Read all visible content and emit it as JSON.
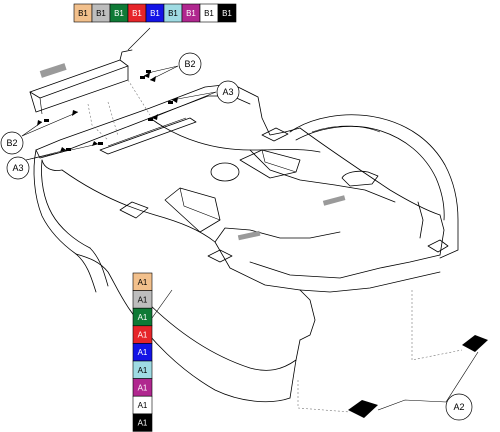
{
  "callouts": {
    "a2": "A2",
    "a3_left": "A3",
    "a3_right": "A3",
    "b2_left": "B2",
    "b2_right": "B2"
  },
  "legend_b": {
    "items": [
      {
        "label": "B1",
        "color": "#f2c08c",
        "text_color": "#000000"
      },
      {
        "label": "B1",
        "color": "#bdbdbd",
        "text_color": "#000000"
      },
      {
        "label": "B1",
        "color": "#0f7a36",
        "text_color": "#ffffff"
      },
      {
        "label": "B1",
        "color": "#e6252a",
        "text_color": "#ffffff"
      },
      {
        "label": "B1",
        "color": "#1414e6",
        "text_color": "#ffffff"
      },
      {
        "label": "B1",
        "color": "#9fdbe3",
        "text_color": "#000000"
      },
      {
        "label": "B1",
        "color": "#b0278f",
        "text_color": "#ffffff"
      },
      {
        "label": "B1",
        "color": "#ffffff",
        "text_color": "#000000"
      },
      {
        "label": "B1",
        "color": "#000000",
        "text_color": "#ffffff"
      }
    ]
  },
  "legend_a": {
    "items": [
      {
        "label": "A1",
        "color": "#f2c08c",
        "text_color": "#000000"
      },
      {
        "label": "A1",
        "color": "#bdbdbd",
        "text_color": "#000000"
      },
      {
        "label": "A1",
        "color": "#0f7a36",
        "text_color": "#ffffff"
      },
      {
        "label": "A1",
        "color": "#e6252a",
        "text_color": "#ffffff"
      },
      {
        "label": "A1",
        "color": "#1414e6",
        "text_color": "#ffffff"
      },
      {
        "label": "A1",
        "color": "#9fdbe3",
        "text_color": "#000000"
      },
      {
        "label": "A1",
        "color": "#b0278f",
        "text_color": "#ffffff"
      },
      {
        "label": "A1",
        "color": "#ffffff",
        "text_color": "#000000"
      },
      {
        "label": "A1",
        "color": "#000000",
        "text_color": "#ffffff"
      }
    ]
  }
}
